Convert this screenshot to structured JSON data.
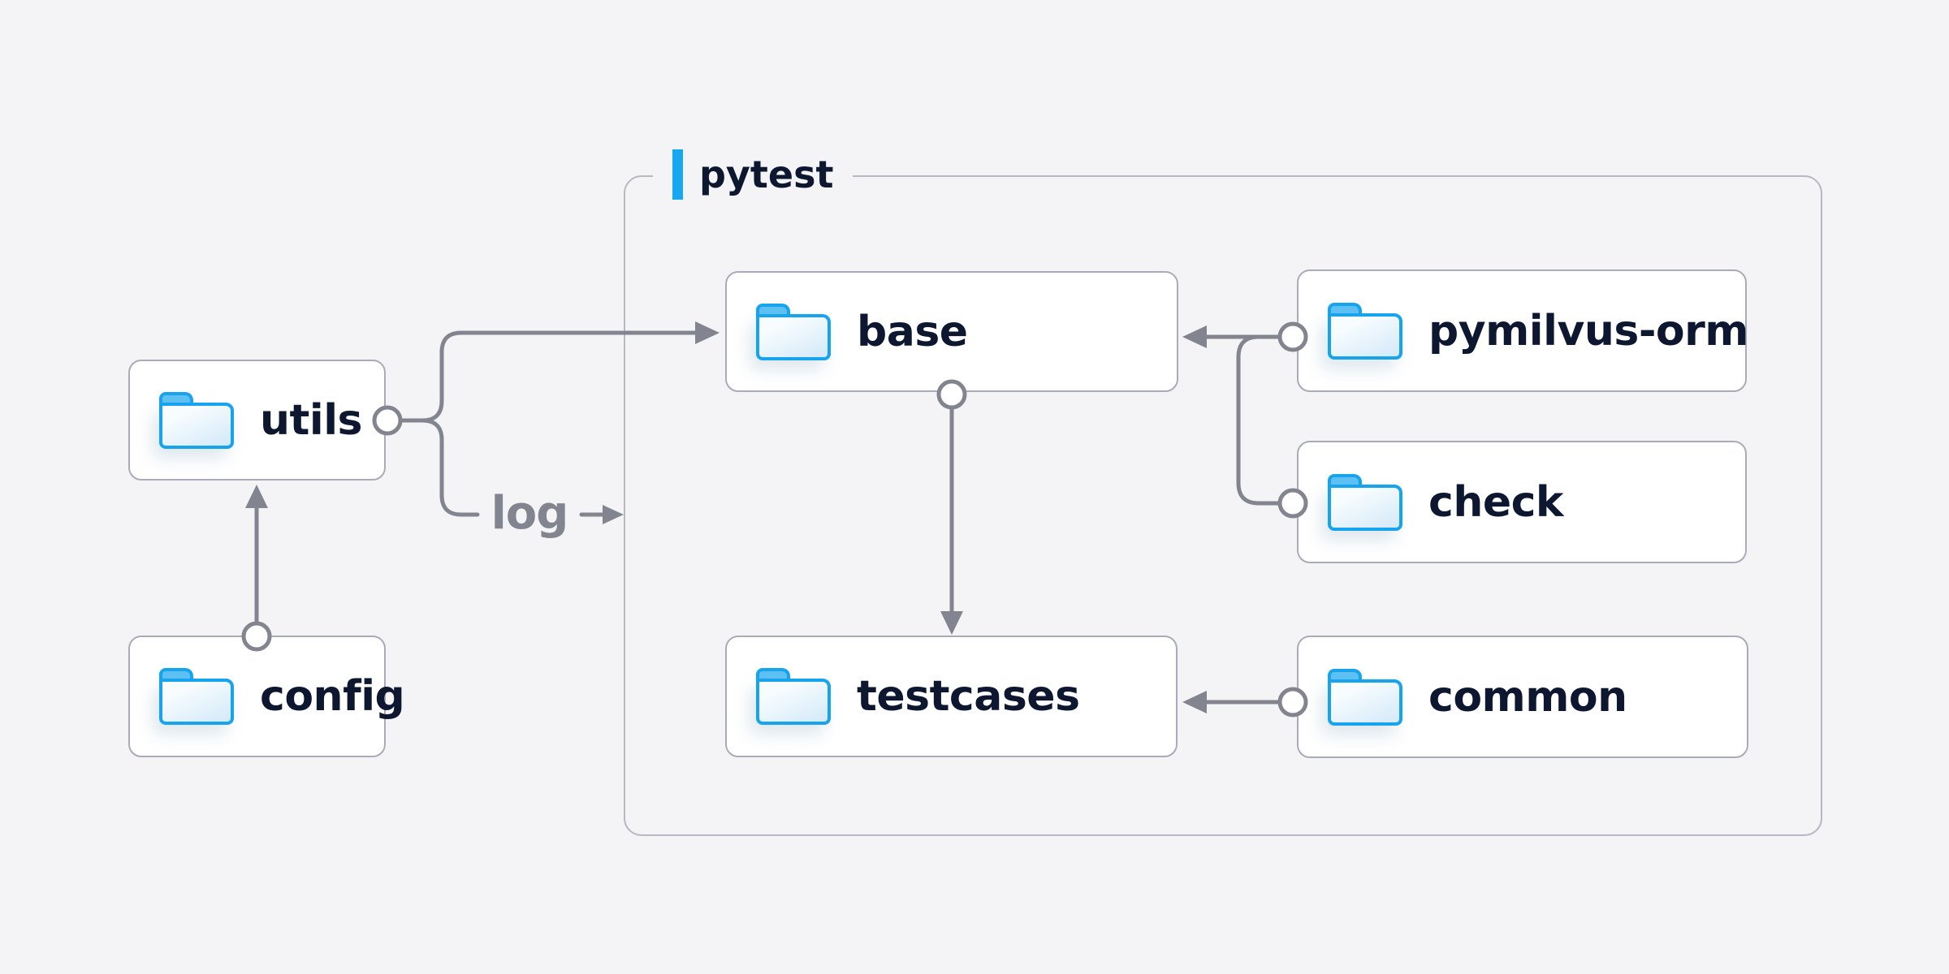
{
  "diagram": {
    "title_group": {
      "label": "pytest",
      "accent_color": "#17a8f0"
    },
    "nodes": {
      "utils": {
        "label": "utils",
        "icon": "folder-icon",
        "inside_group": false
      },
      "config": {
        "label": "config",
        "icon": "folder-icon",
        "inside_group": false
      },
      "base": {
        "label": "base",
        "icon": "folder-icon",
        "inside_group": true
      },
      "pymilvus": {
        "label": "pymilvus-orm",
        "icon": "folder-icon",
        "inside_group": true
      },
      "check": {
        "label": "check",
        "icon": "folder-icon",
        "inside_group": true
      },
      "testcases": {
        "label": "testcases",
        "icon": "folder-icon",
        "inside_group": true
      },
      "common": {
        "label": "common",
        "icon": "folder-icon",
        "inside_group": true
      }
    },
    "edges": [
      {
        "from": "config",
        "to": "utils",
        "label": ""
      },
      {
        "from": "utils",
        "to": "base",
        "label": ""
      },
      {
        "from": "utils",
        "to": "pytest-group",
        "label": "log"
      },
      {
        "from": "base",
        "to": "testcases",
        "label": ""
      },
      {
        "from": "pymilvus-orm",
        "to": "base",
        "label": ""
      },
      {
        "from": "check",
        "to": "base",
        "label": ""
      },
      {
        "from": "common",
        "to": "testcases",
        "label": ""
      }
    ],
    "edge_label": "log"
  },
  "colors": {
    "bg": "#f4f4f6",
    "box-border": "#a9acb8",
    "container-border": "#b6b8c3",
    "line": "#82858f",
    "text": "#0d1830",
    "muted": "#82858f",
    "accent": "#17a8f0",
    "folder-stroke": "#17a4ec",
    "folder-tab": "#5ec1f3"
  }
}
